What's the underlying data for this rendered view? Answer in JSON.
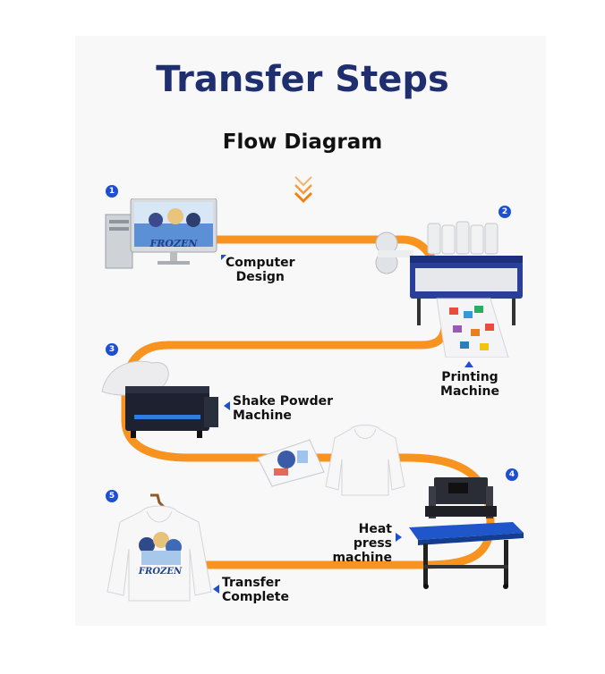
{
  "header": {
    "title": "Transfer Steps",
    "subtitle": "Flow Diagram"
  },
  "steps": [
    {
      "number": "1",
      "label_line1": "Computer",
      "label_line2": "Design",
      "screen_text": "FROZEN"
    },
    {
      "number": "2",
      "label_line1": "Printing",
      "label_line2": "Machine"
    },
    {
      "number": "3",
      "label_line1": "Shake Powder",
      "label_line2": "Machine"
    },
    {
      "number": "4",
      "label_line1": "Heat press",
      "label_line2": "machine"
    },
    {
      "number": "5",
      "label_line1": "Transfer",
      "label_line2": "Complete",
      "shirt_text": "FROZEN"
    }
  ],
  "colors": {
    "flow_line": "#f7931e",
    "title": "#1f2e6e",
    "badge": "#1d4fd1"
  }
}
